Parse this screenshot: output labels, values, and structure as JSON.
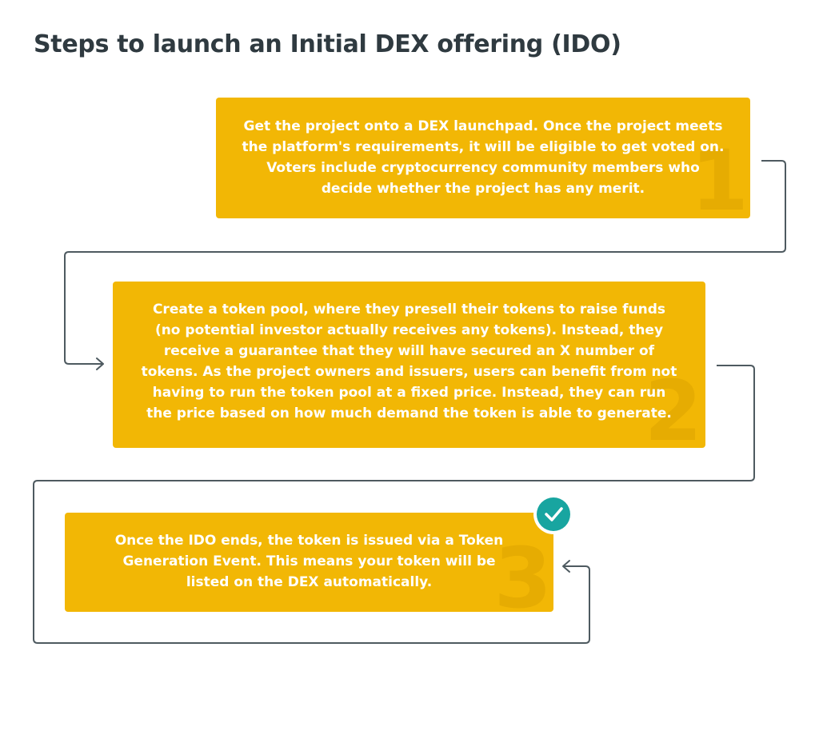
{
  "title": "Steps to launch an Initial DEX offering (IDO)",
  "steps": [
    {
      "number": "1",
      "lines": [
        "Get the project onto a DEX launchpad. Once the project meets",
        "the platform's requirements, it will be eligible to get voted on.",
        "Voters include cryptocurrency community members who",
        "decide whether the project has any merit."
      ]
    },
    {
      "number": "2",
      "lines": [
        "Create a token pool, where they presell their tokens to raise funds",
        "(no potential investor actually receives any tokens). Instead, they",
        "receive a guarantee that they will have secured an X number of",
        "tokens. As the project owners and issuers, users can benefit from not",
        "having to run the token pool at a fixed price. Instead, they can run",
        "the price based on how much demand the token is able to generate."
      ]
    },
    {
      "number": "3",
      "lines": [
        "Once the IDO ends, the token is issued via a Token",
        "Generation Event. This means your token will be",
        "listed on the DEX automatically."
      ]
    }
  ],
  "icons": {
    "completion": "checkmark-icon",
    "connector": "arrow-right-icon"
  },
  "colors": {
    "box": "#f2b705",
    "number_watermark": "#e6ac02",
    "box_text": "#ffffff",
    "title": "#2f3a40",
    "connector": "#4e5a60",
    "check": "#18a5a0"
  }
}
